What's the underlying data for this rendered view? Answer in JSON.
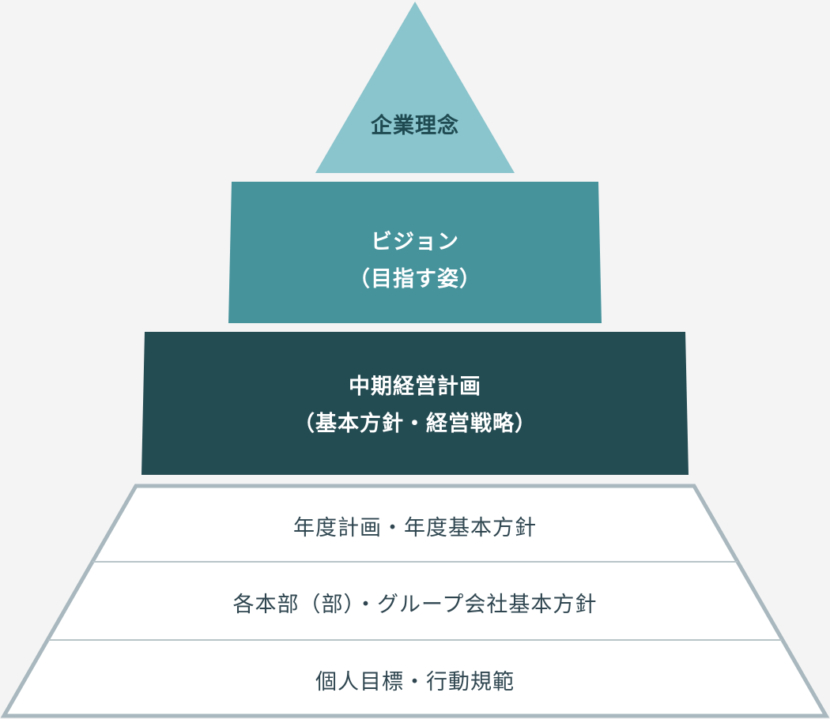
{
  "tiers": [
    {
      "id": "corporate-philosophy",
      "lines": [
        "企業理念"
      ],
      "fill": "#8ac4cc",
      "text_color": "#1f4a52"
    },
    {
      "id": "vision",
      "lines": [
        "ビジョン",
        "（目指す姿）"
      ],
      "fill": "#46939c",
      "text_color": "#ffffff"
    },
    {
      "id": "mid-term-plan",
      "lines": [
        "中期経営計画",
        "（基本方針・経営戦略）"
      ],
      "fill": "#234b52",
      "text_color": "#ffffff"
    }
  ],
  "base_rows": [
    {
      "id": "annual-plan",
      "text": "年度計画・年度基本方針"
    },
    {
      "id": "division-policy",
      "text": "各本部（部）・グループ会社基本方針"
    },
    {
      "id": "individual-goals",
      "text": "個人目標・行動規範"
    }
  ],
  "colors": {
    "background": "#f4f4f4",
    "base_fill": "#ffffff",
    "base_border": "#a9b8be",
    "row_divider": "#b7c4c9"
  }
}
